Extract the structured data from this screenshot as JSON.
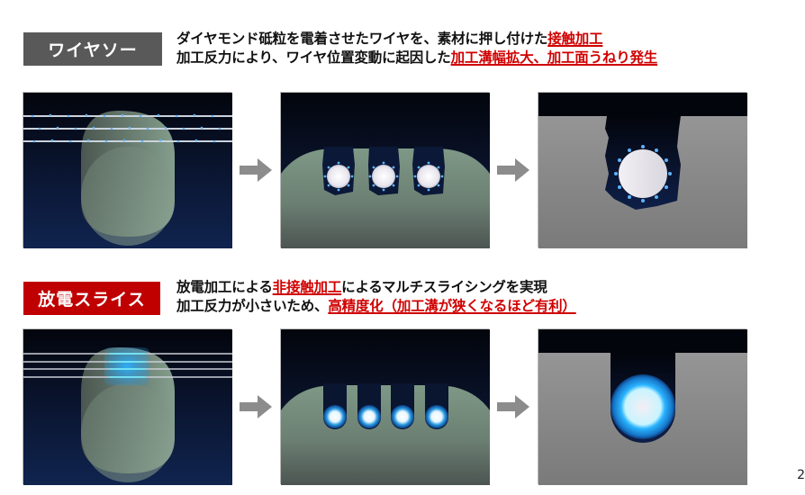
{
  "sections": [
    {
      "label": "ワイヤソー",
      "label_bg": "#595959",
      "line1": {
        "text": "ダイヤモンド砥粒を電着させたワイヤを、素材に押し付けた",
        "highlight": "接触加工"
      },
      "line2": {
        "text": "加工反力により、ワイヤ位置変動に起因した",
        "highlight": "加工溝幅拡大、加工面うねり発生"
      },
      "panels": [
        {
          "name": "wire-saw-before",
          "description": "diamond-electroplated wires above cylindrical ingot"
        },
        {
          "name": "wire-saw-cutting",
          "description": "three irregular kerfs with wires pressed into material"
        },
        {
          "name": "wire-saw-closeup",
          "description": "single widened irregular kerf with wire"
        }
      ]
    },
    {
      "label": "放電スライス",
      "label_bg": "#c00000",
      "line1": {
        "prefix": "放電加工による",
        "highlight": "非接触加工",
        "suffix": "によるマルチスライシングを実現"
      },
      "line2": {
        "prefix": "加工反力が小さいため、",
        "highlight": "高精度化（加工溝が狭くなるほど有利）"
      },
      "panels": [
        {
          "name": "edm-before",
          "description": "four wires with electrical discharge glow above ingot"
        },
        {
          "name": "edm-cutting",
          "description": "four narrow uniform kerfs with glowing wires"
        },
        {
          "name": "edm-closeup",
          "description": "single narrow kerf with glowing wire"
        }
      ]
    }
  ],
  "colors": {
    "highlight": "#d00000",
    "arrow": "#8c8c8c",
    "ingot": "#7f9786",
    "background_dark": "#050816",
    "background_navy": "#10214a",
    "glow": "#2aa8ff"
  },
  "page_number": "2"
}
